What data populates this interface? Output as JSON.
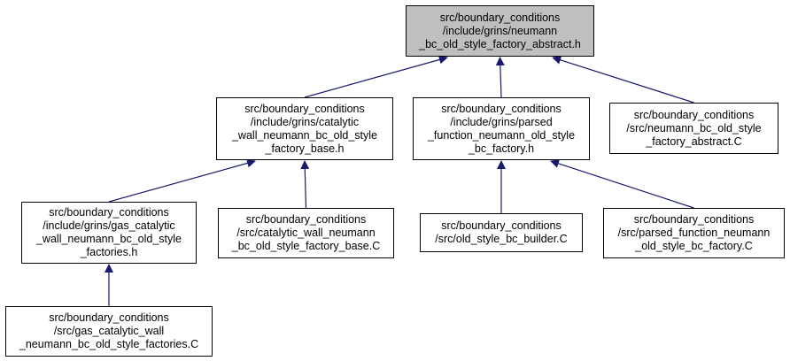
{
  "graph": {
    "edge_color": "#191970",
    "root_fill": "#bfbfbf",
    "nodes": {
      "root": {
        "lines": [
          "src/boundary_conditions",
          "/include/grins/neumann",
          "_bc_old_style_factory_abstract.h"
        ]
      },
      "catalytic_base_h": {
        "lines": [
          "src/boundary_conditions",
          "/include/grins/catalytic",
          "_wall_neumann_bc_old_style",
          "_factory_base.h"
        ]
      },
      "parsed_function_h": {
        "lines": [
          "src/boundary_conditions",
          "/include/grins/parsed",
          "_function_neumann_old_style",
          "_bc_factory.h"
        ]
      },
      "factory_abstract_c": {
        "lines": [
          "src/boundary_conditions",
          "/src/neumann_bc_old_style",
          "_factory_abstract.C"
        ]
      },
      "gas_catalytic_h": {
        "lines": [
          "src/boundary_conditions",
          "/include/grins/gas_catalytic",
          "_wall_neumann_bc_old_style",
          "_factories.h"
        ]
      },
      "catalytic_base_c": {
        "lines": [
          "src/boundary_conditions",
          "/src/catalytic_wall_neumann",
          "_bc_old_style_factory_base.C"
        ]
      },
      "old_style_builder_c": {
        "lines": [
          "src/boundary_conditions",
          "/src/old_style_bc_builder.C"
        ]
      },
      "parsed_function_c": {
        "lines": [
          "src/boundary_conditions",
          "/src/parsed_function_neumann",
          "_old_style_bc_factory.C"
        ]
      },
      "gas_catalytic_c": {
        "lines": [
          "src/boundary_conditions",
          "/src/gas_catalytic_wall",
          "_neumann_bc_old_style_factories.C"
        ]
      }
    },
    "edges": [
      {
        "from": "catalytic_base_h",
        "to": "root"
      },
      {
        "from": "parsed_function_h",
        "to": "root"
      },
      {
        "from": "factory_abstract_c",
        "to": "root"
      },
      {
        "from": "gas_catalytic_h",
        "to": "catalytic_base_h"
      },
      {
        "from": "catalytic_base_c",
        "to": "catalytic_base_h"
      },
      {
        "from": "old_style_builder_c",
        "to": "parsed_function_h"
      },
      {
        "from": "parsed_function_c",
        "to": "parsed_function_h"
      },
      {
        "from": "gas_catalytic_c",
        "to": "gas_catalytic_h"
      }
    ]
  }
}
